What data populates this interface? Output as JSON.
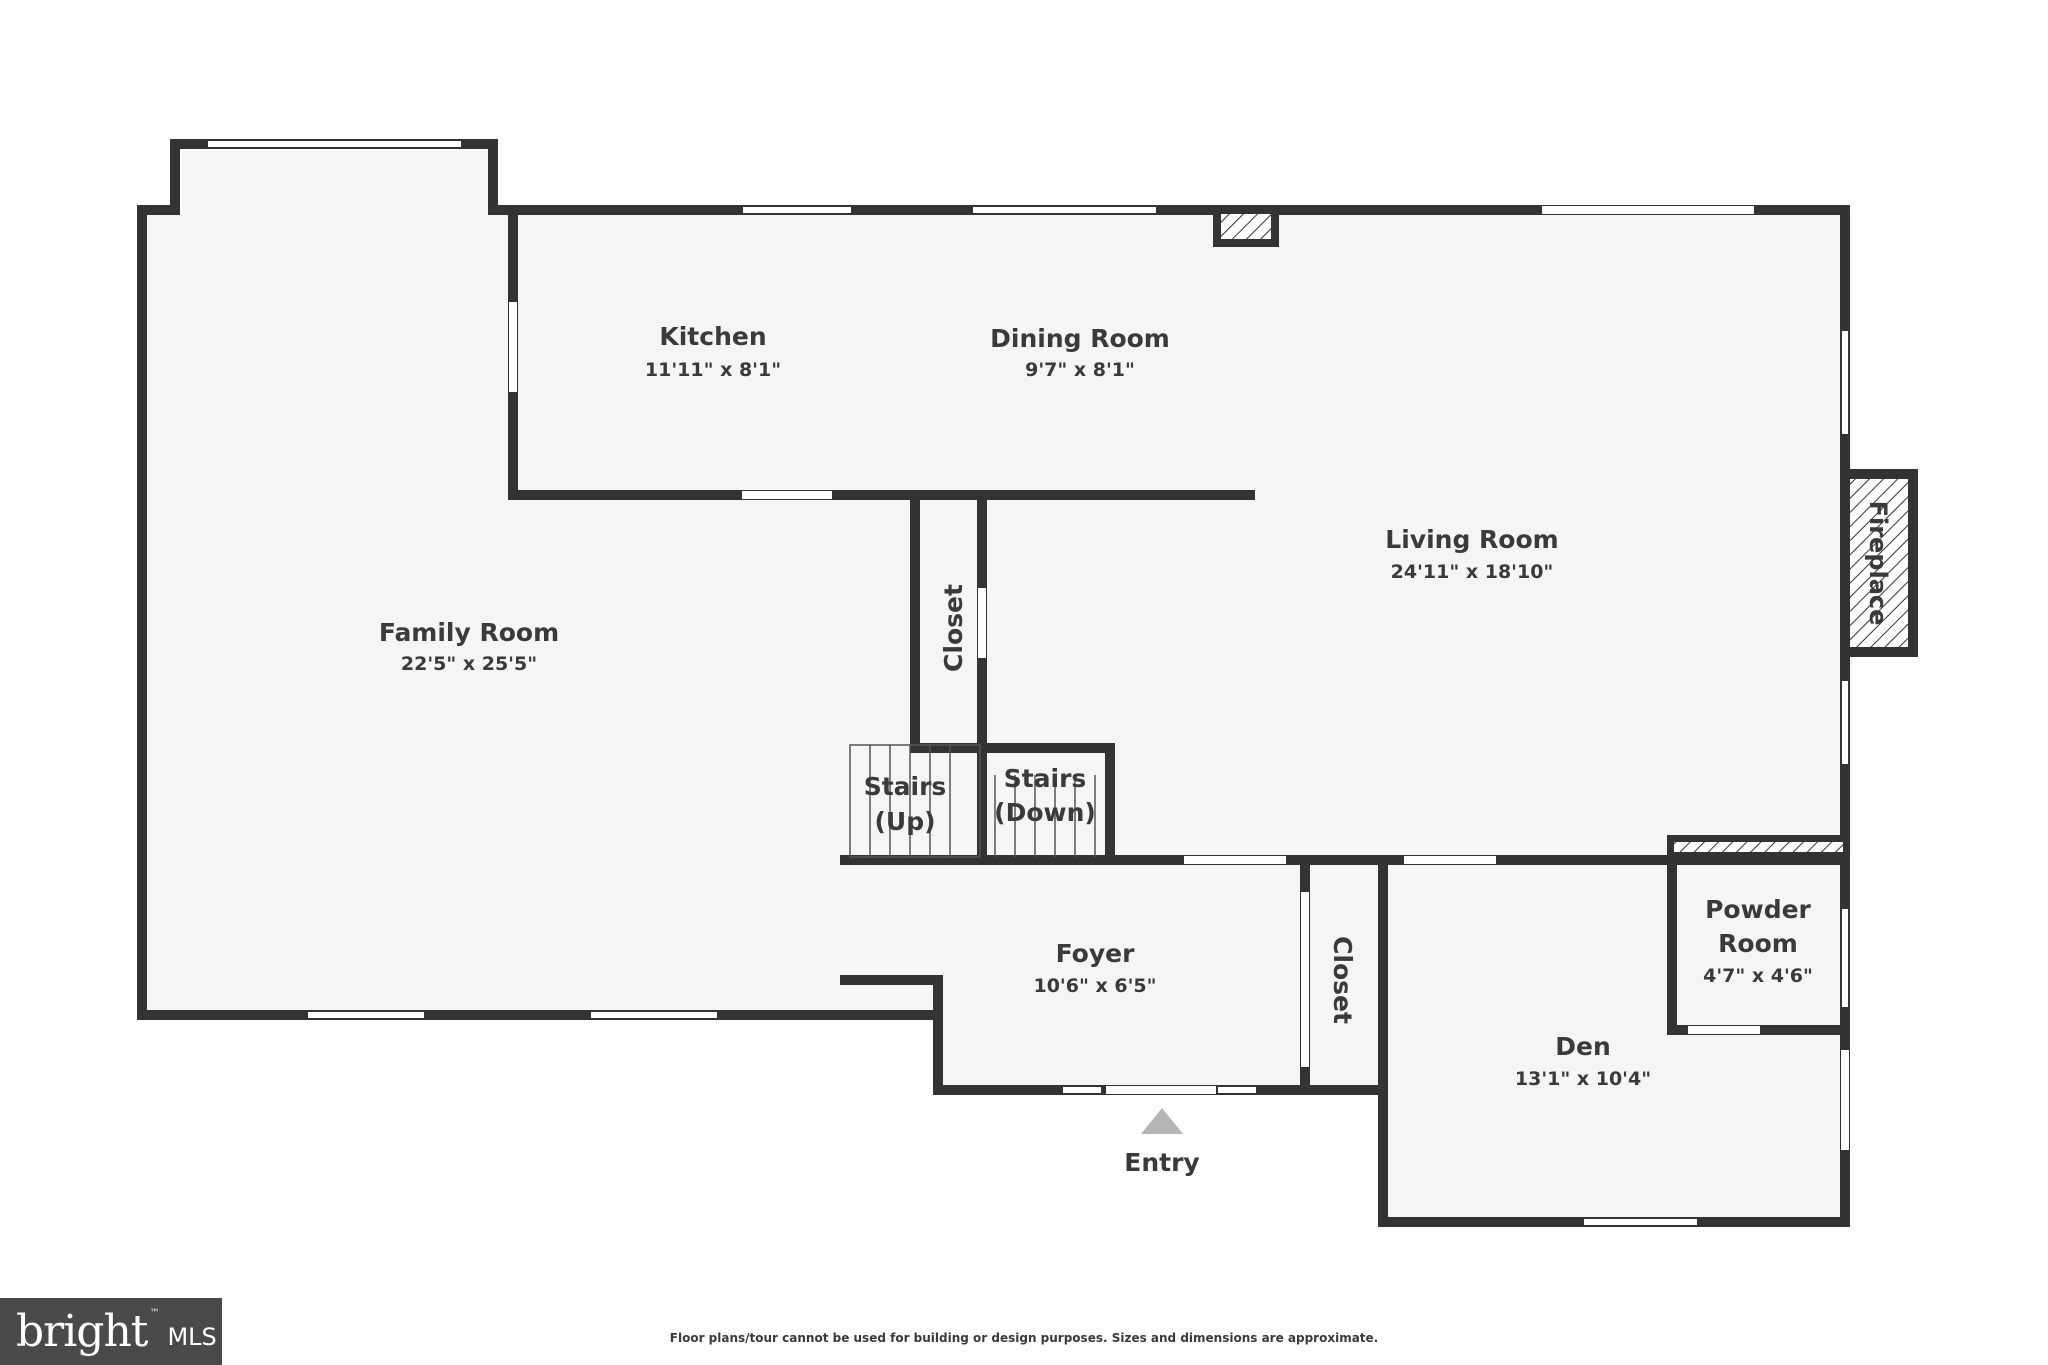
{
  "rooms": {
    "kitchen": {
      "name": "Kitchen",
      "dim": "11'11\" x 8'1\""
    },
    "dining": {
      "name": "Dining Room",
      "dim": "9'7\" x 8'1\""
    },
    "living": {
      "name": "Living Room",
      "dim": "24'11\" x 18'10\""
    },
    "family": {
      "name": "Family Room",
      "dim": "22'5\" x 25'5\""
    },
    "foyer": {
      "name": "Foyer",
      "dim": "10'6\" x 6'5\""
    },
    "den": {
      "name": "Den",
      "dim": "13'1\" x 10'4\""
    },
    "powder": {
      "name1": "Powder",
      "name2": "Room",
      "dim": "4'7\" x 4'6\""
    },
    "closet_center": {
      "name": "Closet"
    },
    "closet_foyer": {
      "name": "Closet"
    },
    "stairs_up": {
      "name1": "Stairs",
      "name2": "(Up)"
    },
    "stairs_down": {
      "name1": "Stairs",
      "name2": "(Down)"
    },
    "fireplace": {
      "name": "Fireplace"
    }
  },
  "entry": {
    "label": "Entry"
  },
  "logo": {
    "word": "bright",
    "tm": "™",
    "mls": "MLS"
  },
  "disclaimer": "Floor plans/tour cannot be used for building or design purposes. Sizes and dimensions are approximate.",
  "colors": {
    "wall": "#333333",
    "floor": "#f5f5f5",
    "text": "#3a3a3a",
    "logo_bg": "#4a4a4a"
  }
}
